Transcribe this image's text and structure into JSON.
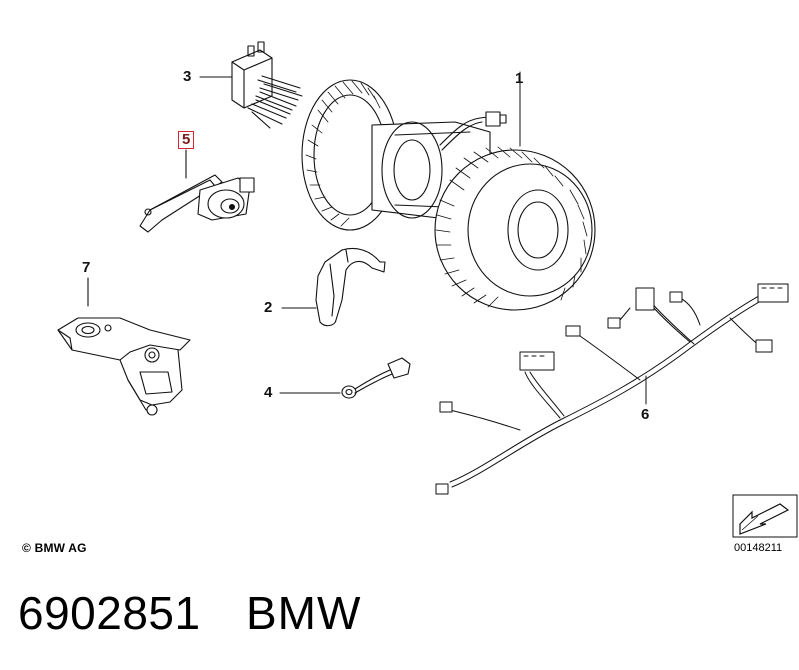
{
  "callouts": {
    "c1": "1",
    "c2": "2",
    "c3": "3",
    "c4": "4",
    "c5": "5",
    "c6": "6",
    "c7": "7"
  },
  "footer": {
    "copyright": "© BMW AG",
    "reference": "00148211"
  },
  "bottom": {
    "part_number": "6902851",
    "brand": "BMW"
  },
  "colors": {
    "highlight_box": "#d6262f",
    "line": "#111111"
  }
}
